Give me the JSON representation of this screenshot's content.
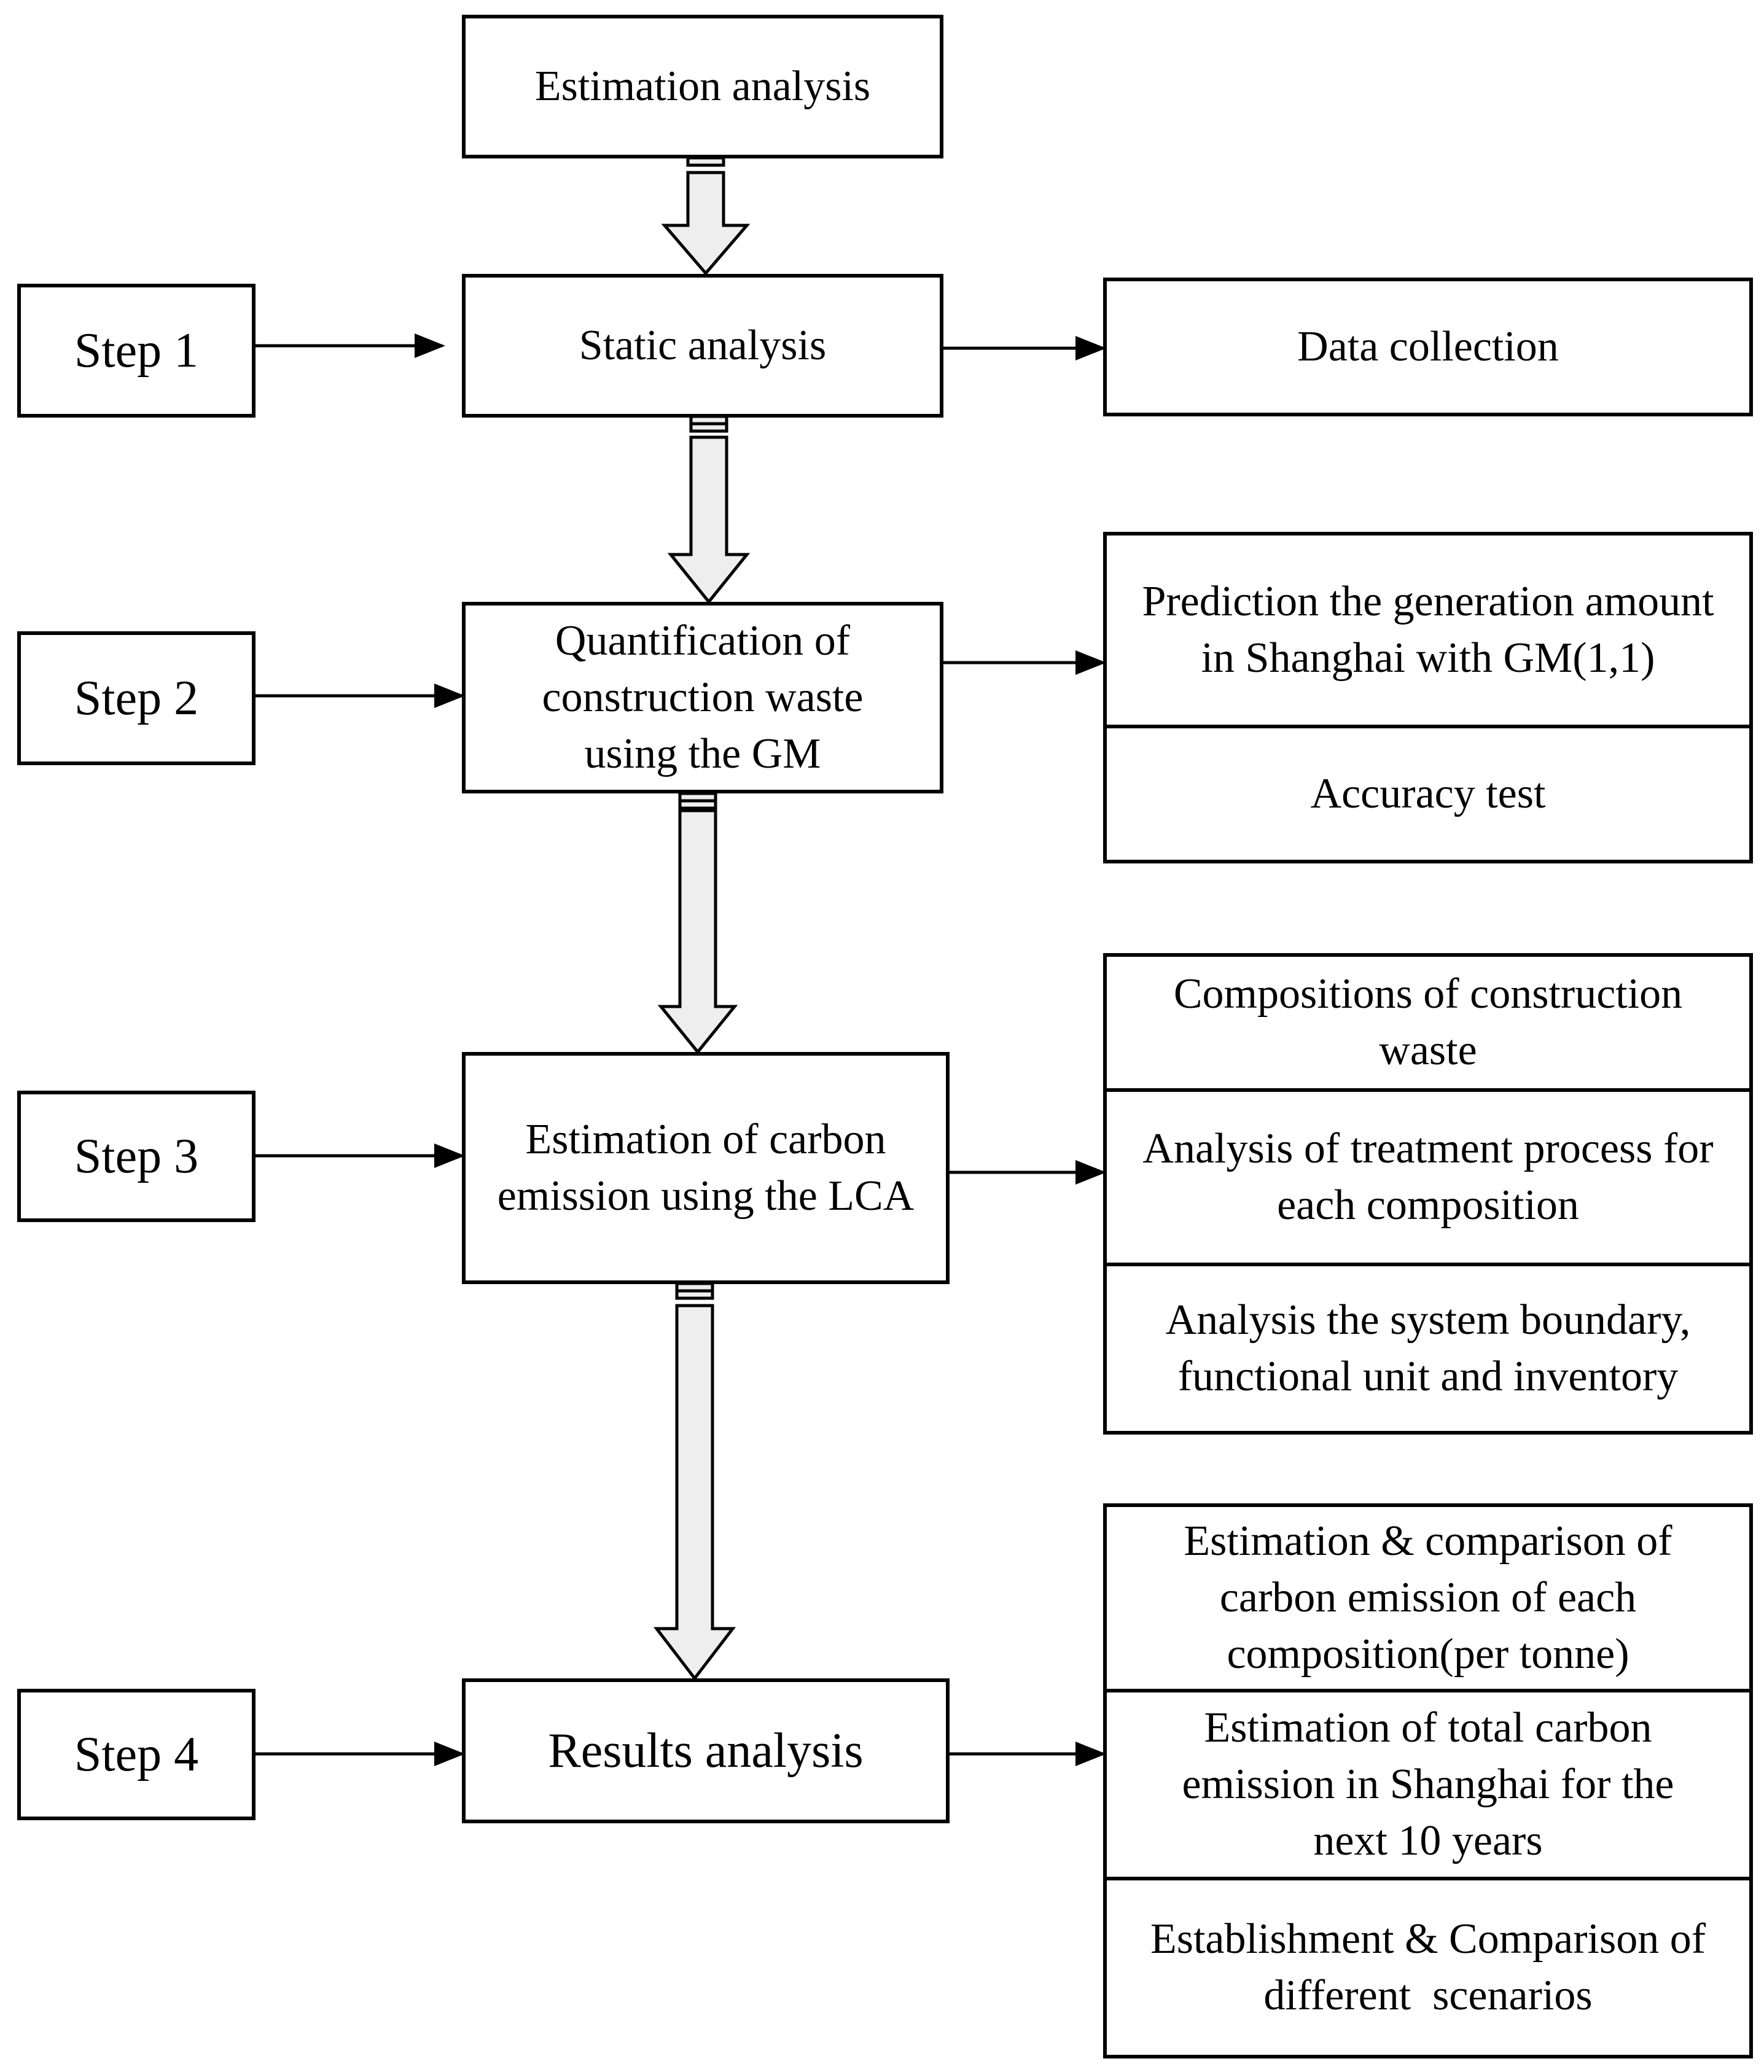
{
  "steps": [
    "Step 1",
    "Step 2",
    "Step 3",
    "Step 4"
  ],
  "main": {
    "estimation_analysis": "Estimation analysis",
    "static_analysis": "Static analysis",
    "quantification": [
      "Quantification of",
      "construction waste",
      "using the GM"
    ],
    "carbon_estimation": [
      "Estimation of carbon",
      "emission using the LCA"
    ],
    "results_analysis": "Results analysis"
  },
  "details": {
    "step1": {
      "data_collection": "Data collection"
    },
    "step2": {
      "prediction": [
        "Prediction the generation amount",
        "in Shanghai with GM(1,1)"
      ],
      "accuracy_test": "Accuracy test"
    },
    "step3": {
      "compositions": [
        "Compositions of construction",
        "waste"
      ],
      "treatment_process": [
        "Analysis of treatment process for",
        "each composition"
      ],
      "system_boundary": [
        "Analysis the system boundary,",
        "functional unit and inventory"
      ]
    },
    "step4": {
      "comparison_per_tonne": [
        "Estimation & comparison of",
        "carbon emission of each",
        "composition(per tonne)"
      ],
      "total_emission": [
        "Estimation of total carbon",
        "emission in Shanghai for the",
        "next 10 years"
      ],
      "scenarios": [
        "Establishment & Comparison of",
        "different  scenarios"
      ]
    }
  }
}
